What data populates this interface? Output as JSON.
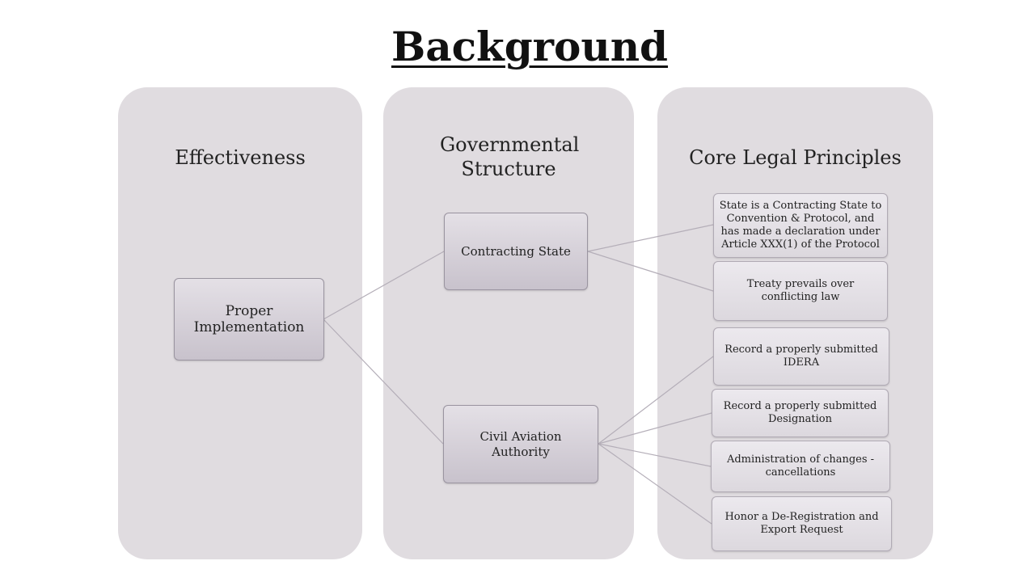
{
  "title": "Background",
  "columns": [
    {
      "heading": "Effectiveness"
    },
    {
      "heading": "Governmental Structure"
    },
    {
      "heading": "Core Legal Principles"
    }
  ],
  "nodes": {
    "proper_implementation": "Proper Implementation",
    "contracting_state": "Contracting State",
    "civil_aviation_authority": "Civil Aviation Authority",
    "contracting_state_declaration": "State is a Contracting State to Convention & Protocol, and has made a declaration under Article XXX(1) of the Protocol",
    "treaty_prevails": "Treaty prevails over conflicting law",
    "record_idera": "Record a properly submitted IDERA",
    "record_designation": "Record a properly submitted Designation",
    "administration_changes": "Administration of changes - cancellations",
    "honor_deregistration": "Honor a De-Registration and Export Request"
  },
  "colors": {
    "column_background": "#e0dce0",
    "node_border": "#9a94a0",
    "connector": "#b4aeb8"
  }
}
